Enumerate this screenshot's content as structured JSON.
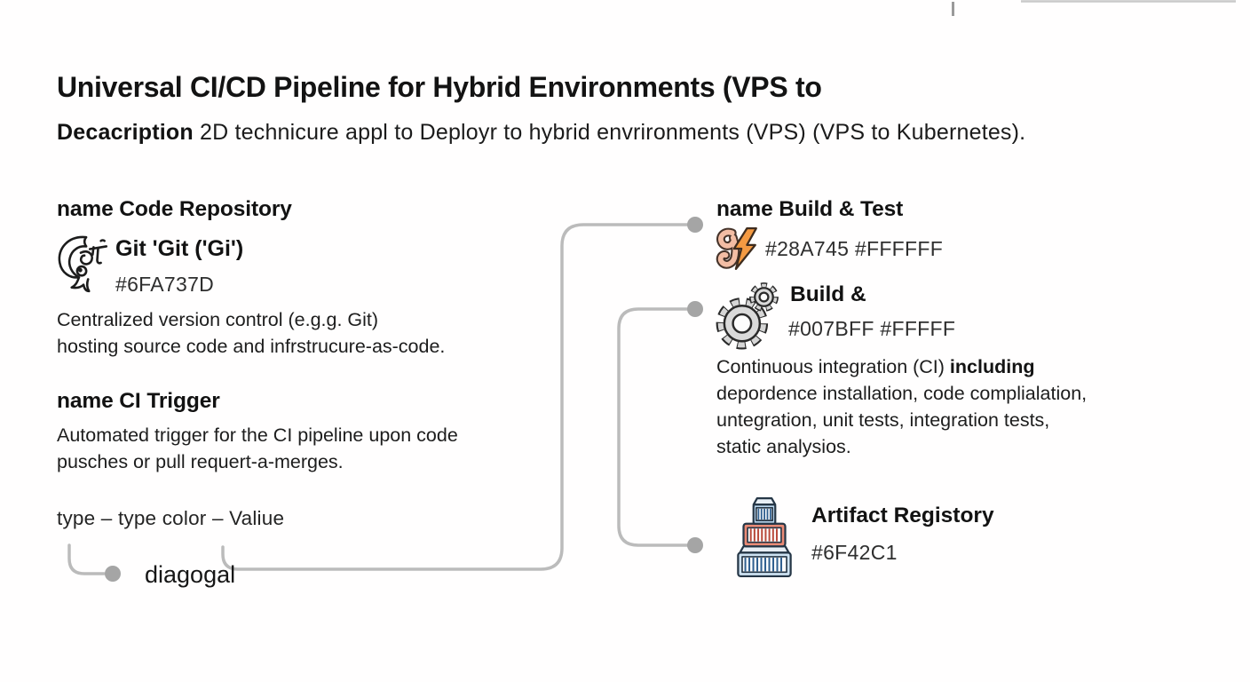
{
  "page": {
    "title": "Universal CI/CD Pipeline for Hybrid Environments (VPS to",
    "description_label": "Decacription",
    "description_text": " 2D technicure appl to Deployr to hybrid envrironments (VPS) (VPS to Kubernetes)."
  },
  "left": {
    "repo": {
      "heading": "name Code Repository",
      "item_title": "Git 'Git ('Gi')",
      "item_color": "#6FA737D",
      "lines": [
        "Centralized version control (e.g.g. Git)",
        "hosting source code and infrstrucure-as-code."
      ]
    },
    "trigger": {
      "heading": "name CI Trigger",
      "lines": [
        "Automated trigger for the CI pipeline upon code",
        "pusches or pull requert-a-merges."
      ]
    },
    "legend": "type – type color – Valiue",
    "connector_label": "diagogal"
  },
  "right": {
    "build_test": {
      "heading": "name Build & Test",
      "colors": "#28A745 #FFFFFF"
    },
    "build": {
      "title": "Build &",
      "colors": "#007BFF #FFFFF",
      "desc_l1a": "Continuous integration (CI) ",
      "desc_l1b": "including",
      "desc_l2": "depordence installation, code complialation,",
      "desc_l3": "untegration, unit tests, integration tests,",
      "desc_l4": "static analysios."
    },
    "artifact": {
      "title": "Artifact Registory",
      "color": "#6F42C1"
    }
  },
  "icons": {
    "git": "git-doodle-icon",
    "hook_bolt": "hook-lightning-icon",
    "gears": "gears-icon",
    "registry": "artifact-registry-icon"
  },
  "colors": {
    "connector_line": "#bbbbbb",
    "connector_dot": "#a5a5a5",
    "hook_fill": "#f3bda4",
    "bolt_fill": "#f49a42",
    "gear_fill": "#dadada",
    "tier_blue": "#b9d6ee",
    "tier_red": "#ea8a75",
    "stripe_blue": "#2f5f8f",
    "stripe_red": "#b94a3c"
  }
}
